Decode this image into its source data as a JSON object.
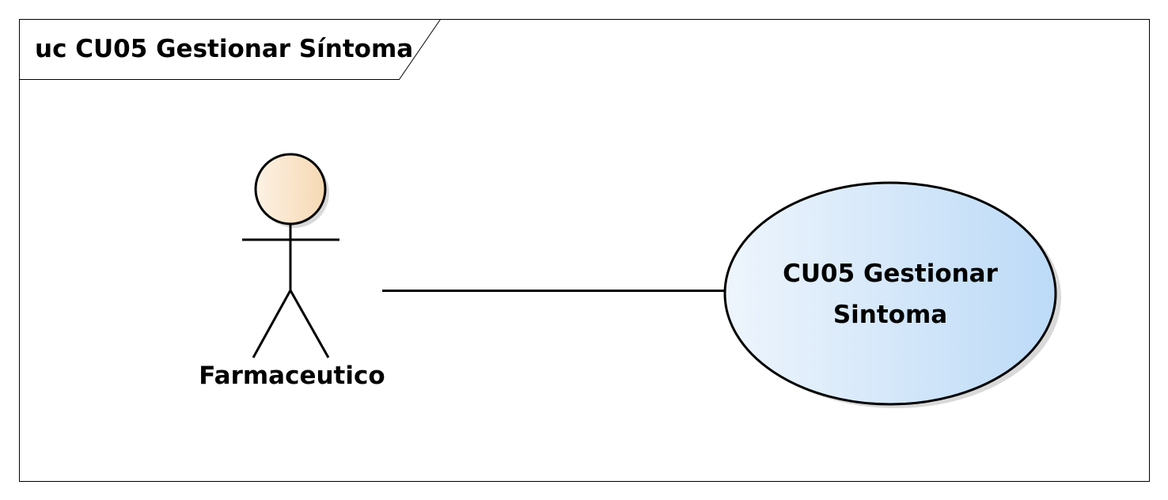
{
  "frame": {
    "title": "uc CU05 Gestionar Síntoma"
  },
  "actor": {
    "name": "Farmaceutico",
    "head_color": "#fbe0c0"
  },
  "use_case": {
    "line1": "CU05 Gestionar",
    "line2": "Sintoma",
    "fill_color": "#c4def7"
  },
  "colors": {
    "stroke": "#000000",
    "shadow": "#d9d9d9",
    "background": "#ffffff"
  }
}
